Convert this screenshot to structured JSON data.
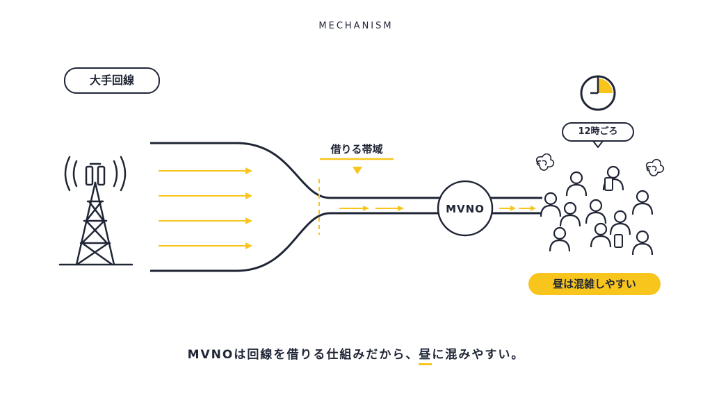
{
  "header": {
    "title": "MECHANISM"
  },
  "diagram": {
    "carrier_label": "大手回線",
    "band_label": "借りる帯域",
    "mvno_label": "MVNO",
    "time_label": "12時ごろ",
    "congestion_label": "昼は混雑しやすい"
  },
  "caption": {
    "text_before": "MVNOは回線を借りる仕組みだから、",
    "text_highlight": "昼",
    "text_after": "に混みやすい。"
  },
  "colors": {
    "accent": "#f7c51c",
    "ink": "#1f2535"
  },
  "icons": [
    "cell-tower-icon",
    "clock-icon",
    "person-icon",
    "smartphone-icon",
    "frustration-scribble-icon"
  ]
}
